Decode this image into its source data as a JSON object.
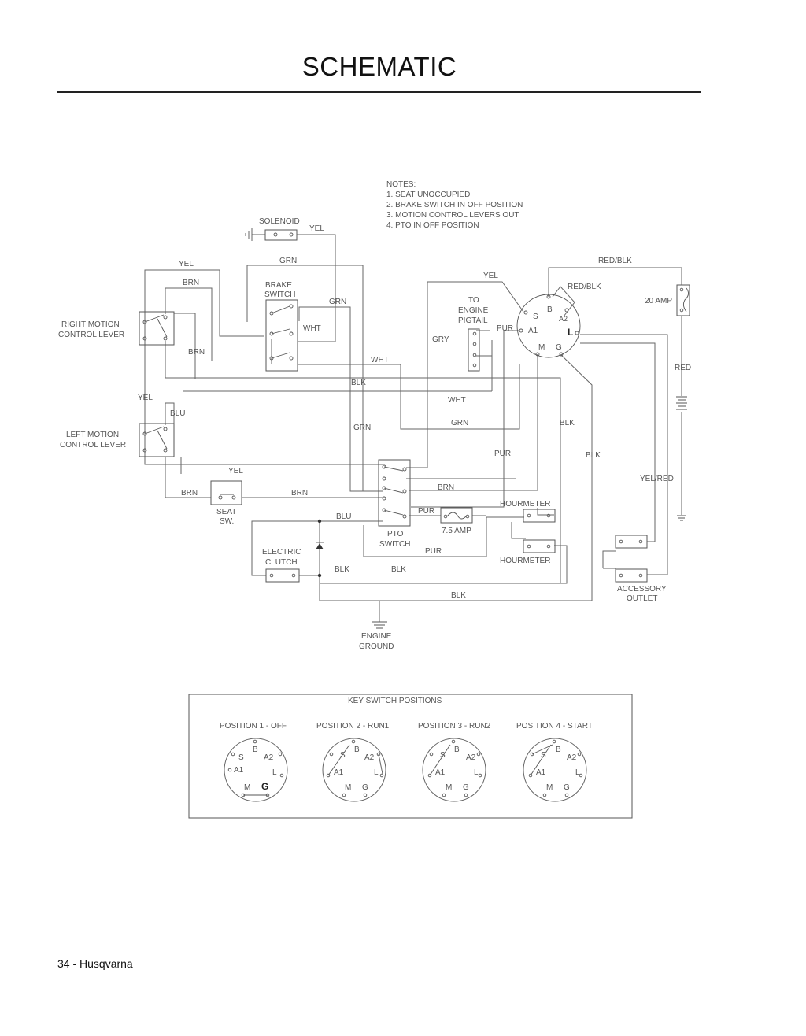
{
  "page": {
    "title": "SCHEMATIC",
    "footer": "34 - Husqvarna"
  },
  "notes": {
    "heading": "NOTES:",
    "items": [
      "1.  SEAT UNOCCUPIED",
      "2.  BRAKE SWITCH IN OFF POSITION",
      "3.  MOTION CONTROL LEVERS OUT",
      "4.  PTO IN OFF POSITION"
    ]
  },
  "components": {
    "solenoid": "SOLENOID",
    "brake_switch": [
      "BRAKE",
      "SWITCH"
    ],
    "right_motion": [
      "RIGHT MOTION",
      "CONTROL LEVER"
    ],
    "left_motion": [
      "LEFT MOTION",
      "CONTROL LEVER"
    ],
    "engine_pigtail": [
      "TO",
      "ENGINE",
      "PIGTAIL"
    ],
    "fuse_20": "20 AMP",
    "fuse_7_5": "7.5 AMP",
    "seat_switch": [
      "SEAT",
      "SW."
    ],
    "pto_switch": [
      "PTO",
      "SWITCH"
    ],
    "electric_clutch": [
      "ELECTRIC",
      "CLUTCH"
    ],
    "hourmeter": "HOURMETER",
    "accessory_outlet": [
      "ACCESSORY",
      "OUTLET"
    ],
    "engine_ground": [
      "ENGINE",
      "GROUND"
    ]
  },
  "wires": {
    "yel": "YEL",
    "grn": "GRN",
    "brn": "BRN",
    "wht": "WHT",
    "blk": "BLK",
    "blu": "BLU",
    "gry": "GRY",
    "pur": "PUR",
    "red": "RED",
    "red_blk": "RED/BLK",
    "yel_red": "YEL/RED"
  },
  "key_switch": {
    "terminals": {
      "s": "S",
      "b": "B",
      "a2": "A2",
      "a1": "A1",
      "l": "L",
      "m": "M",
      "g": "G"
    },
    "panel_title": "KEY SWITCH POSITIONS",
    "positions": [
      {
        "label": "POSITION 1 - OFF"
      },
      {
        "label": "POSITION 2 - RUN1"
      },
      {
        "label": "POSITION 3 - RUN2"
      },
      {
        "label": "POSITION 4 - START"
      }
    ]
  },
  "colors": {
    "ink": "#222222",
    "wire": "#666666",
    "paper": "#ffffff"
  }
}
